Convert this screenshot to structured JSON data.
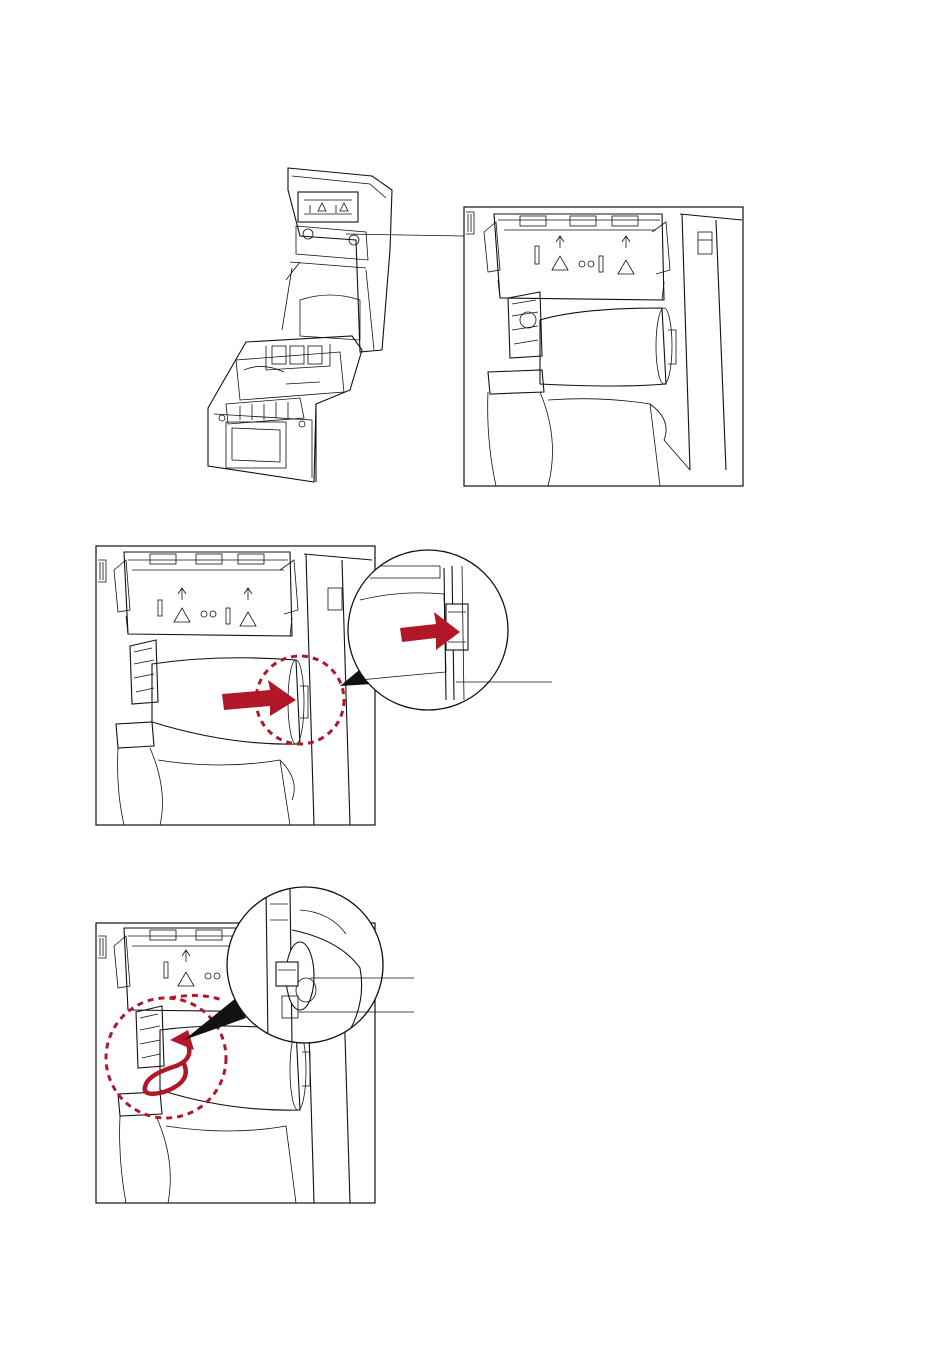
{
  "figures": [
    {
      "id": "step-1",
      "parts": [
        "printer-open-overview",
        "ribbon-area-detail"
      ]
    },
    {
      "id": "step-2",
      "parts": [
        "ribbon-roll-push",
        "zoom-callout"
      ],
      "arrow_direction": "right"
    },
    {
      "id": "step-3",
      "parts": [
        "ribbon-spindle-rotate",
        "zoom-callout"
      ],
      "arrow_direction": "rotate"
    }
  ],
  "colors": {
    "accent": "#b0182a",
    "line": "#111111",
    "background": "#ffffff"
  },
  "icons": [
    "warning-triangle-icon",
    "up-arrow-icon",
    "arrow-right-icon",
    "rotate-arrow-icon"
  ]
}
